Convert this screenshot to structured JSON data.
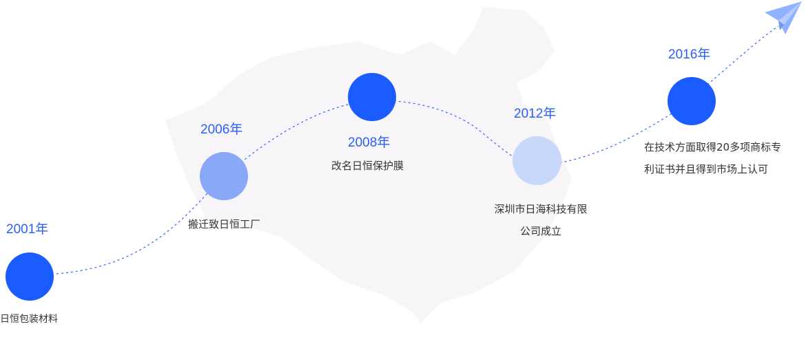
{
  "colors": {
    "node_primary": "#1a5cff",
    "node_medium": "#8aa8f8",
    "node_light": "#c8d8fb",
    "year_text": "#2a5ff5",
    "desc_text": "#333333",
    "map_fill": "#f7f5f7",
    "plane_fill": "#8fb2ff"
  },
  "icons": {
    "plane": "paper-plane-icon"
  },
  "milestones": [
    {
      "year": "2001年",
      "lines": [
        "日恒包装材料"
      ],
      "tone": "primary"
    },
    {
      "year": "2006年",
      "lines": [
        "搬迁致日恒工厂"
      ],
      "tone": "medium"
    },
    {
      "year": "2008年",
      "lines": [
        "改名日恒保护膜"
      ],
      "tone": "primary"
    },
    {
      "year": "2012年",
      "lines": [
        "深圳市日海科技有限",
        "公司成立"
      ],
      "tone": "light"
    },
    {
      "year": "2016年",
      "lines": [
        "在技术方面取得20多项商标专",
        "利证书并且得到市场上认可"
      ],
      "tone": "primary"
    }
  ]
}
